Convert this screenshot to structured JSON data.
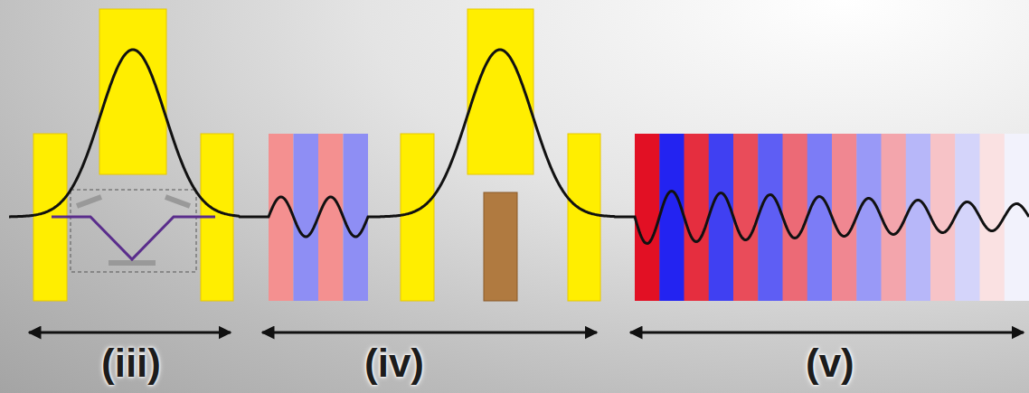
{
  "diagram": {
    "labels": [
      "(iii)",
      "(iv)",
      "(v)"
    ]
  }
}
